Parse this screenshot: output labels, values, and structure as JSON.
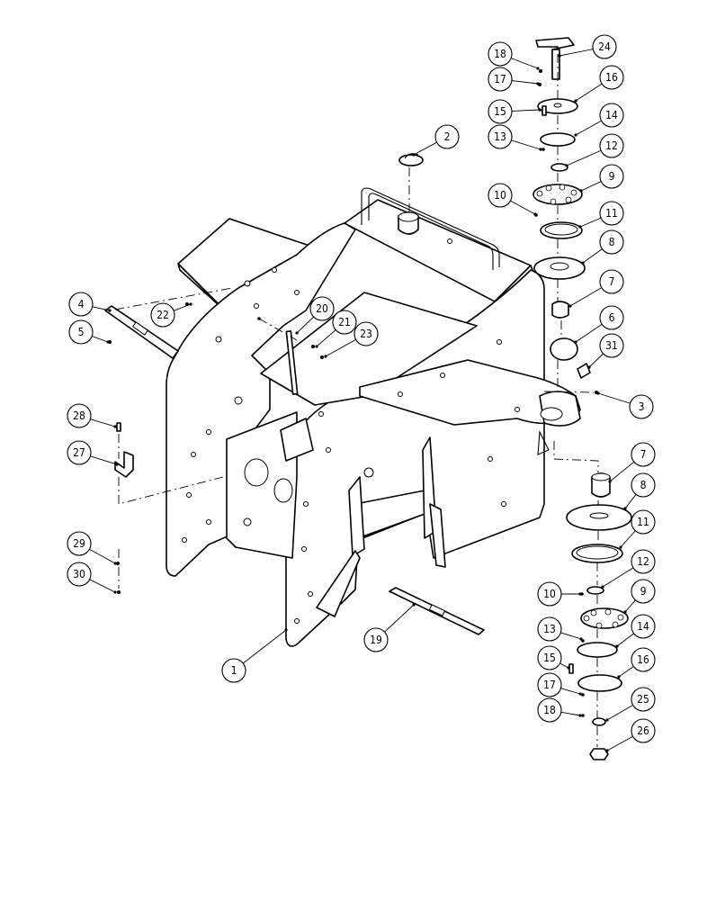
{
  "callouts": [
    {
      "id": "c1",
      "label": "1"
    },
    {
      "id": "c2",
      "label": "2"
    },
    {
      "id": "c3",
      "label": "3"
    },
    {
      "id": "c4",
      "label": "4"
    },
    {
      "id": "c5",
      "label": "5"
    },
    {
      "id": "c6",
      "label": "6"
    },
    {
      "id": "c7a",
      "label": "7"
    },
    {
      "id": "c7b",
      "label": "7"
    },
    {
      "id": "c8a",
      "label": "8"
    },
    {
      "id": "c8b",
      "label": "8"
    },
    {
      "id": "c9a",
      "label": "9"
    },
    {
      "id": "c9b",
      "label": "9"
    },
    {
      "id": "c10a",
      "label": "10"
    },
    {
      "id": "c10b",
      "label": "10"
    },
    {
      "id": "c11a",
      "label": "11"
    },
    {
      "id": "c11b",
      "label": "11"
    },
    {
      "id": "c12a",
      "label": "12"
    },
    {
      "id": "c12b",
      "label": "12"
    },
    {
      "id": "c13a",
      "label": "13"
    },
    {
      "id": "c13b",
      "label": "13"
    },
    {
      "id": "c14a",
      "label": "14"
    },
    {
      "id": "c14b",
      "label": "14"
    },
    {
      "id": "c15a",
      "label": "15"
    },
    {
      "id": "c15b",
      "label": "15"
    },
    {
      "id": "c16a",
      "label": "16"
    },
    {
      "id": "c16b",
      "label": "16"
    },
    {
      "id": "c17a",
      "label": "17"
    },
    {
      "id": "c17b",
      "label": "17"
    },
    {
      "id": "c18a",
      "label": "18"
    },
    {
      "id": "c18b",
      "label": "18"
    },
    {
      "id": "c19",
      "label": "19"
    },
    {
      "id": "c20",
      "label": "20"
    },
    {
      "id": "c21",
      "label": "21"
    },
    {
      "id": "c22",
      "label": "22"
    },
    {
      "id": "c23",
      "label": "23"
    },
    {
      "id": "c24",
      "label": "24"
    },
    {
      "id": "c25",
      "label": "25"
    },
    {
      "id": "c26",
      "label": "26"
    },
    {
      "id": "c27",
      "label": "27"
    },
    {
      "id": "c28",
      "label": "28"
    },
    {
      "id": "c29",
      "label": "29"
    },
    {
      "id": "c30",
      "label": "30"
    },
    {
      "id": "c31",
      "label": "31"
    }
  ]
}
